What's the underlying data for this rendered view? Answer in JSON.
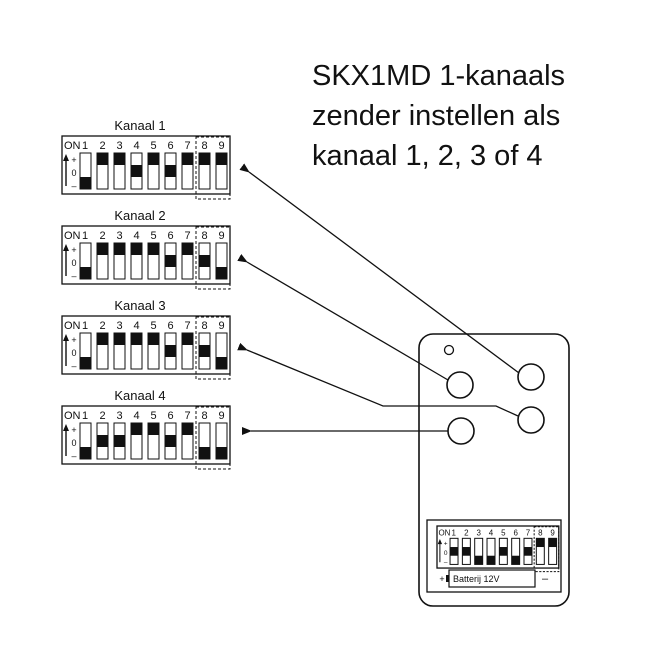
{
  "title": {
    "lines": [
      "SKX1MD 1-kanaals",
      "zender instellen als",
      "kanaal 1, 2, 3 of 4"
    ]
  },
  "dip_labels": {
    "on": "ON",
    "plus": "+",
    "zero": "0",
    "minus": "–",
    "numbers": [
      "1",
      "2",
      "3",
      "4",
      "5",
      "6",
      "7",
      "8",
      "9"
    ]
  },
  "channels": [
    {
      "name": "Kanaal 1",
      "states": [
        "-",
        "+",
        "+",
        "0",
        "+",
        "0",
        "+",
        "+",
        "+"
      ]
    },
    {
      "name": "Kanaal 2",
      "states": [
        "-",
        "+",
        "+",
        "+",
        "+",
        "0",
        "+",
        "0",
        "-"
      ]
    },
    {
      "name": "Kanaal 3",
      "states": [
        "-",
        "+",
        "+",
        "+",
        "+",
        "0",
        "+",
        "0",
        "-"
      ]
    },
    {
      "name": "Kanaal 4",
      "states": [
        "-",
        "0",
        "0",
        "+",
        "+",
        "0",
        "+",
        "-",
        "-"
      ]
    }
  ],
  "remote": {
    "dip_states": [
      "0",
      "0",
      "-",
      "-",
      "0",
      "-",
      "0",
      "+",
      "+"
    ],
    "battery_label": "Batterij 12V",
    "battery_plus": "+",
    "battery_minus": "–"
  },
  "colors": {
    "ink": "#111111",
    "background": "#ffffff"
  }
}
